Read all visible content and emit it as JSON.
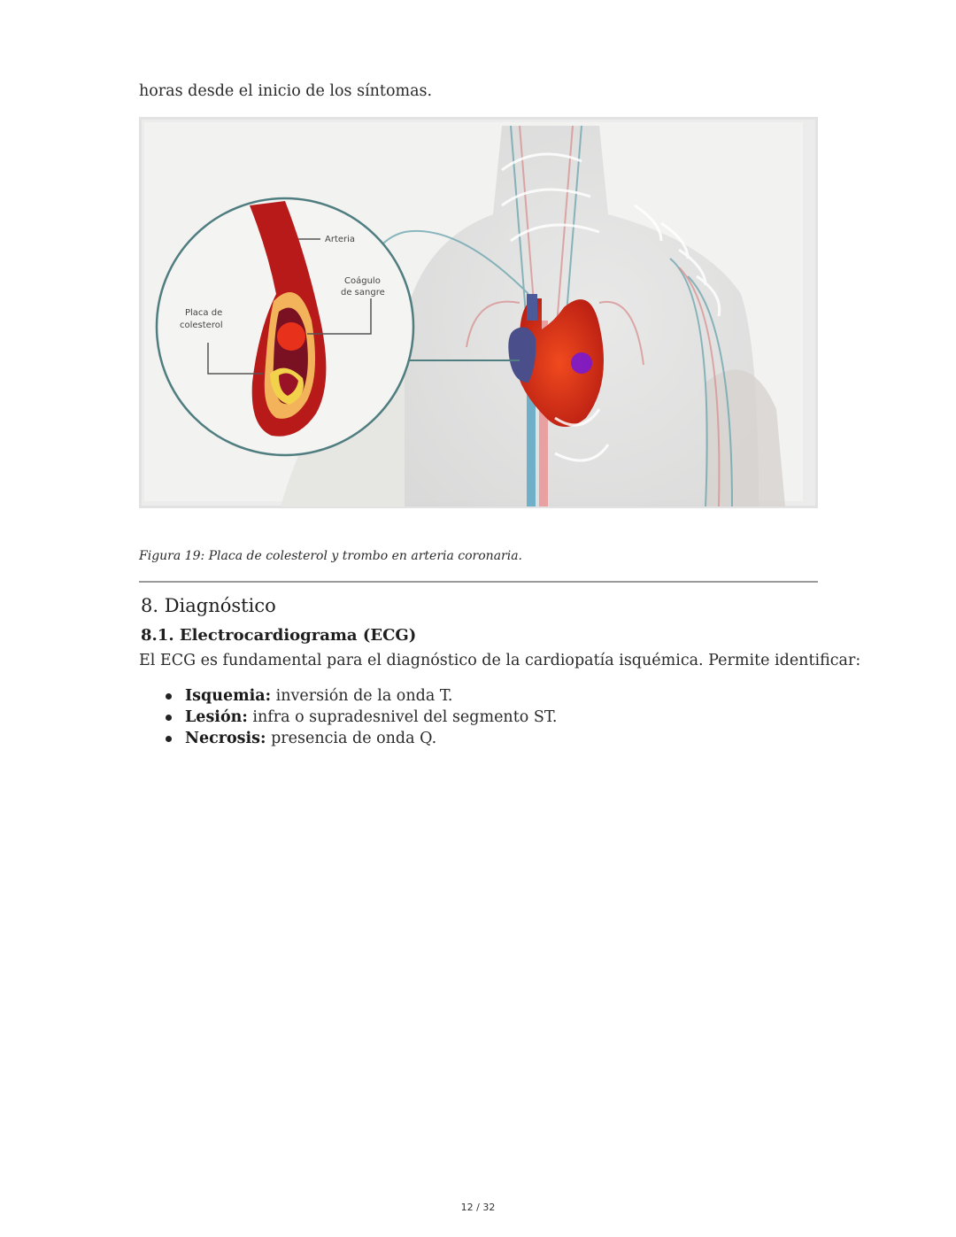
{
  "intro_text": "horas desde el inicio de los síntomas.",
  "figure": {
    "labels": {
      "arteria": "Arteria",
      "coagulo_line1": "Coágulo",
      "coagulo_line2": "de sangre",
      "placa_line1": "Placa de",
      "placa_line2": "colesterol"
    },
    "caption": "Figura 19: Placa de colesterol y trombo en arteria coronaria."
  },
  "section": {
    "heading": "8. Diagnóstico",
    "subheading": "8.1. Electrocardiograma (ECG)",
    "paragraph": "El ECG es fundamental para el diagnóstico de la cardiopatía isquémica. Permite identificar:",
    "bullets": [
      {
        "term": "Isquemia:",
        "text": " inversión de la onda T."
      },
      {
        "term": "Lesión:",
        "text": " infra o supradesnivel del segmento ST."
      },
      {
        "term": "Necrosis:",
        "text": " presencia de onda Q."
      }
    ]
  },
  "footer": {
    "page": "12 / 32"
  }
}
